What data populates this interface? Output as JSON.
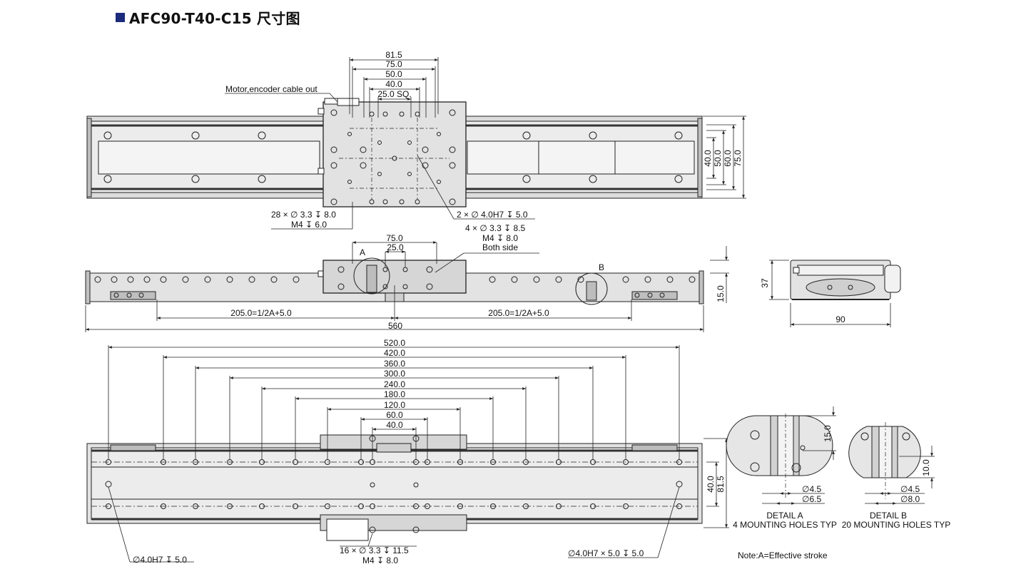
{
  "title": "AFC90-T40-C15 尺寸图",
  "colors": {
    "accent": "#1b2a7a",
    "line": "#222222",
    "fill_body": "#d9d9d9",
    "fill_dark": "#8c8c8c",
    "rail_dark": "#333333"
  },
  "top_view": {
    "dims_width": [
      "81.5",
      "75.0",
      "50.0",
      "40.0",
      "25.0 SQ."
    ],
    "dims_height": [
      "40.0",
      "50.0",
      "60.0",
      "75.0"
    ],
    "cable_label": "Motor,encoder cable out",
    "holes_left_1": "28 × ∅ 3.3 ↧ 8.0",
    "holes_left_2": "M4 ↧ 6.0",
    "holes_right_1": "2 × ∅ 4.0H7 ↧ 5.0",
    "holes_right_2": "4 × ∅ 3.3 ↧ 8.5",
    "holes_right_3": "M4 ↧ 8.0"
  },
  "side_view": {
    "dim_75": "75.0",
    "dim_25": "25.0",
    "both_side": "Both side",
    "label_a": "A",
    "label_b": "B",
    "dim_h": "15.0",
    "half_left": "205.0=1/2A+5.0",
    "half_right": "205.0=1/2A+5.0",
    "total": "560"
  },
  "end_view": {
    "height": "37",
    "width": "90"
  },
  "bottom_view": {
    "dims": [
      "520.0",
      "420.0",
      "360.0",
      "300.0",
      "240.0",
      "180.0",
      "120.0",
      "60.0",
      "40.0"
    ],
    "dims_height": [
      "40.0",
      "81.5"
    ],
    "note_left": "∅4.0H7 ↧ 5.0",
    "note_center_1": "16 × ∅ 3.3 ↧ 11.5",
    "note_center_2": "M4 ↧ 8.0",
    "note_right": "∅4.0H7 × 5.0 ↧ 5.0"
  },
  "detail_a": {
    "dim": "15.0",
    "d1": "∅4.5",
    "d2": "∅6.5",
    "caption_1": "DETAIL A",
    "caption_2": "4 MOUNTING HOLES TYP"
  },
  "detail_b": {
    "dim": "10.0",
    "d1": "∅4.5",
    "d2": "∅8.0",
    "caption_1": "DETAIL B",
    "caption_2": "20 MOUNTING HOLES TYP"
  },
  "note": "Note:A=Effective stroke"
}
